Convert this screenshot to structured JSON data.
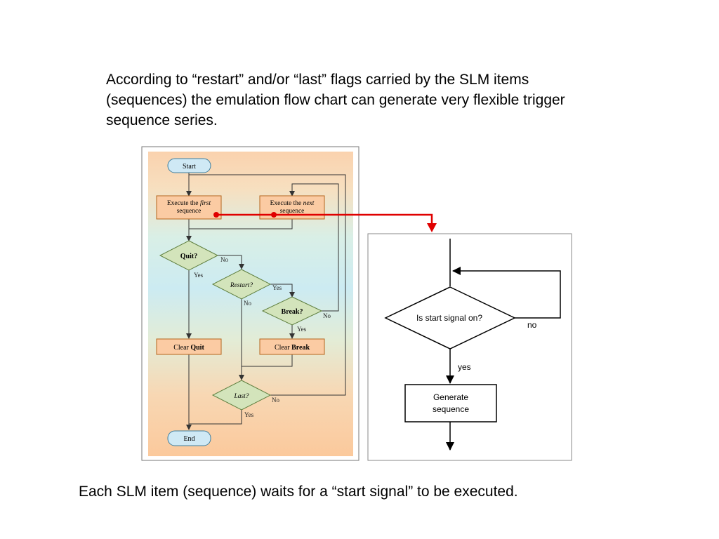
{
  "intro_text": "According to “restart” and/or “last” flags carried by the SLM items (sequences) the emulation flow chart can generate very flexible trigger sequence series.",
  "caption_text": "Each SLM item (sequence) waits for a “start signal” to be executed.",
  "left_flowchart": {
    "start": "Start",
    "end": "End",
    "exec_first": {
      "line1": "Execute the ",
      "em": "first",
      "line2": "sequence"
    },
    "exec_next": {
      "line1": "Execute the ",
      "em": "next",
      "line2": "sequence"
    },
    "quit": "Quit?",
    "restart": "Restart?",
    "break": "Break?",
    "last": "Last?",
    "clear_quit": {
      "prefix": "Clear ",
      "bold": "Quit"
    },
    "clear_break": {
      "prefix": "Clear ",
      "bold": "Break"
    },
    "labels": {
      "no": "No",
      "yes": "Yes"
    }
  },
  "right_flowchart": {
    "decision": "Is start signal on?",
    "no": "no",
    "yes": "yes",
    "process_line1": "Generate",
    "process_line2": "sequence"
  },
  "colors": {
    "connector": "#e00000",
    "process_fill": "#fbcba3",
    "process_stroke": "#b5651d",
    "decision_fill": "#d3e4bb",
    "decision_stroke": "#5f7f3f",
    "terminal_fill": "#cfe9f5",
    "terminal_stroke": "#3f7f9f"
  }
}
